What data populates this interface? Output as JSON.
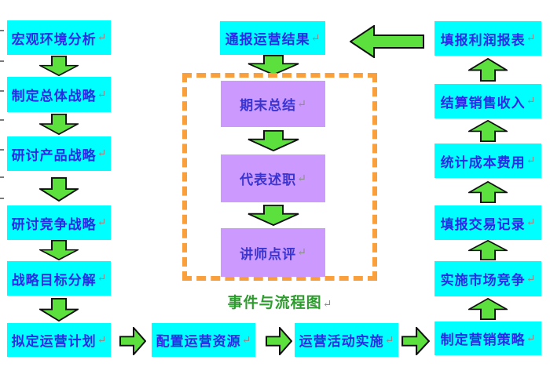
{
  "paragraph_mark": "↵",
  "left_column": {
    "boxes": [
      "宏观环境分析",
      "制定总体战略",
      "研讨产品战略",
      "研讨竞争战略",
      "战略目标分解",
      "拟定运营计划"
    ]
  },
  "right_column": {
    "boxes": [
      "填报利润报表",
      "结算销售收入",
      "统计成本费用",
      "填报交易记录",
      "实施市场竞争",
      "制定营销策略"
    ]
  },
  "bottom_row": {
    "boxes": [
      "配置运营资源",
      "运营活动实施"
    ]
  },
  "center": {
    "top_box": "通报运营结果",
    "stage_boxes": [
      "期末总结",
      "代表述职",
      "讲师点评"
    ],
    "caption": "事件与流程图"
  },
  "colors": {
    "box_bg": "#00ffff",
    "box_text": "#2a2ae6",
    "stage_bg": "#cc99ff",
    "stage_text": "#3a35d0",
    "arrow_fill": "#5ce03e",
    "dash_border": "#f9a03c",
    "caption_text": "#2e9b2e",
    "mark_color": "#8c8c8c"
  }
}
